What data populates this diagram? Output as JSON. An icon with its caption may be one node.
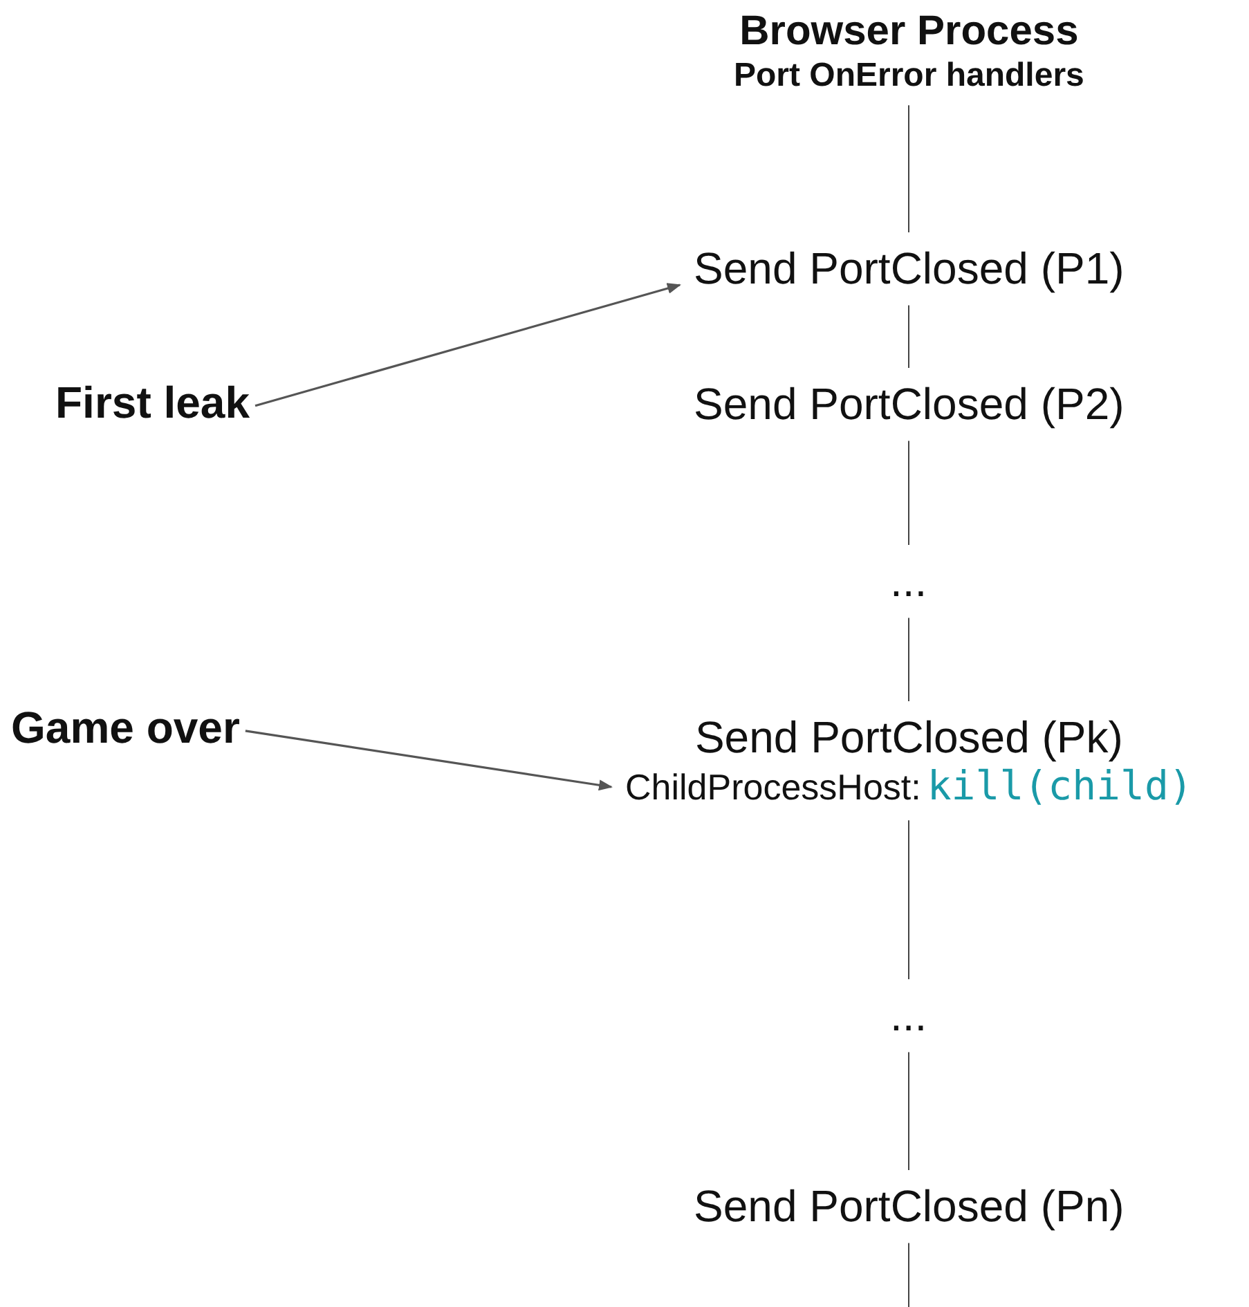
{
  "diagram": {
    "nodes": [
      {
        "text": [
          "Browser Process",
          "Port OnError handlers"
        ]
      },
      {
        "text": [
          "Send PortClosed (P1)"
        ]
      },
      {
        "text": [
          "Send PortClosed (P2)"
        ]
      },
      {
        "text": [
          "..."
        ]
      },
      {
        "text": [
          "Send PortClosed (Pk)",
          "ChildProcessHost:",
          "kill(child)"
        ]
      },
      {
        "text": [
          "..."
        ]
      },
      {
        "text": [
          "Send PortClosed (Pn)"
        ]
      },
      {
        "text": [
          "First leak"
        ]
      },
      {
        "text": [
          "Game over"
        ]
      }
    ],
    "edges": [
      {
        "from": 0,
        "to": 1,
        "arrow": "none"
      },
      {
        "from": 1,
        "to": 2,
        "arrow": "none"
      },
      {
        "from": 2,
        "to": 3,
        "arrow": "none"
      },
      {
        "from": 3,
        "to": 4,
        "arrow": "none"
      },
      {
        "from": 4,
        "to": 5,
        "arrow": "none"
      },
      {
        "from": 5,
        "to": 6,
        "arrow": "none"
      },
      {
        "from": 6,
        "to": null,
        "arrow": "none"
      },
      {
        "from": 7,
        "to": 1,
        "arrow": "to"
      },
      {
        "from": 8,
        "to": 4,
        "arrow": "to"
      }
    ]
  }
}
